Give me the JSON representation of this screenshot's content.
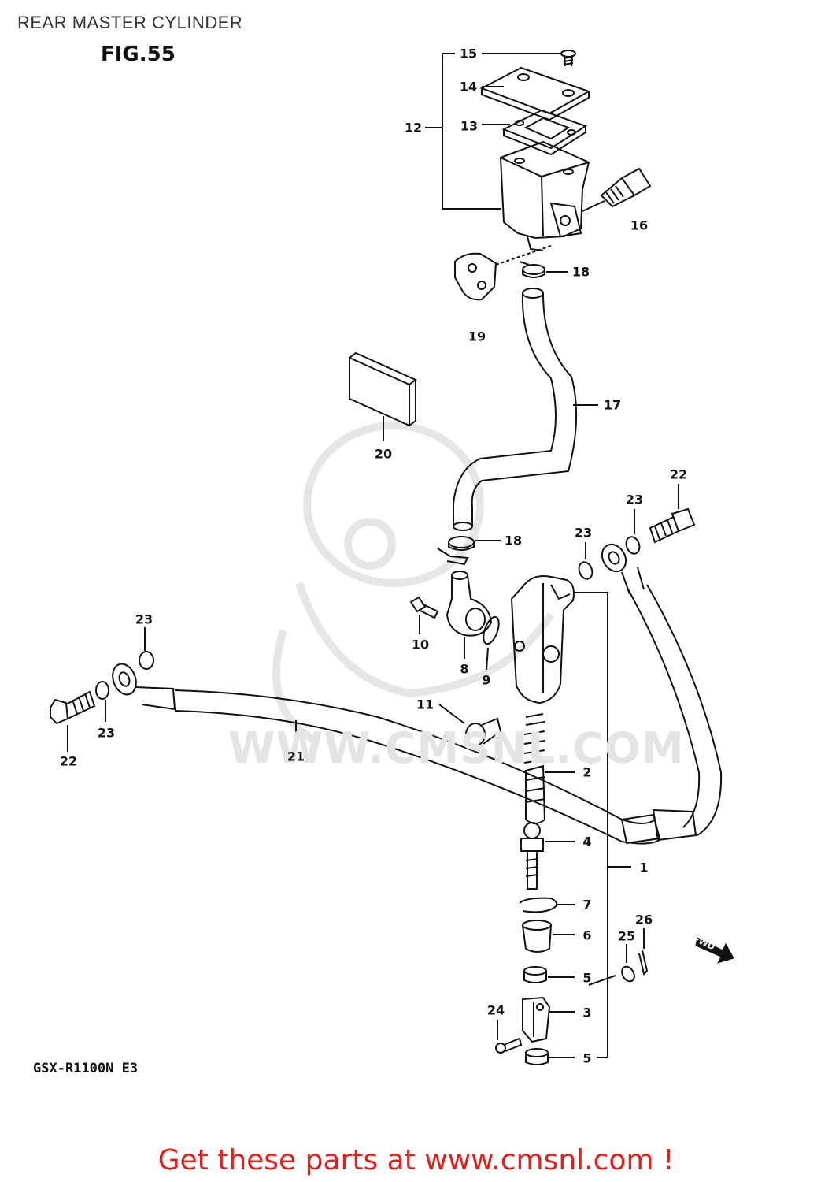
{
  "header": {
    "title": "REAR MASTER CYLINDER",
    "figure": "FIG.55"
  },
  "diagram": {
    "model_code": "GSX-R1100N E3",
    "watermark": "WWW.CMSNL.COM",
    "fwd_label": "FWD",
    "callouts": [
      {
        "id": "c15",
        "label": "15"
      },
      {
        "id": "c14",
        "label": "14"
      },
      {
        "id": "c12",
        "label": "12"
      },
      {
        "id": "c13",
        "label": "13"
      },
      {
        "id": "c16",
        "label": "16"
      },
      {
        "id": "c18a",
        "label": "18"
      },
      {
        "id": "c19",
        "label": "19"
      },
      {
        "id": "c17",
        "label": "17"
      },
      {
        "id": "c20",
        "label": "20"
      },
      {
        "id": "c22a",
        "label": "22"
      },
      {
        "id": "c23a",
        "label": "23"
      },
      {
        "id": "c23b",
        "label": "23"
      },
      {
        "id": "c18b",
        "label": "18"
      },
      {
        "id": "c23c",
        "label": "23"
      },
      {
        "id": "c10",
        "label": "10"
      },
      {
        "id": "c8",
        "label": "8"
      },
      {
        "id": "c9",
        "label": "9"
      },
      {
        "id": "c11",
        "label": "11"
      },
      {
        "id": "c23d",
        "label": "23"
      },
      {
        "id": "c22b",
        "label": "22"
      },
      {
        "id": "c21",
        "label": "21"
      },
      {
        "id": "c2",
        "label": "2"
      },
      {
        "id": "c4",
        "label": "4"
      },
      {
        "id": "c1",
        "label": "1"
      },
      {
        "id": "c7",
        "label": "7"
      },
      {
        "id": "c6",
        "label": "6"
      },
      {
        "id": "c26",
        "label": "26"
      },
      {
        "id": "c25",
        "label": "25"
      },
      {
        "id": "c5a",
        "label": "5"
      },
      {
        "id": "c24",
        "label": "24"
      },
      {
        "id": "c3",
        "label": "3"
      },
      {
        "id": "c5b",
        "label": "5"
      }
    ]
  },
  "footer": {
    "link_text": "Get these parts at www.cmsnl.com !"
  },
  "colors": {
    "line": "#111111",
    "footer_text": "#e0201c",
    "watermark": "#e4e4e4"
  }
}
